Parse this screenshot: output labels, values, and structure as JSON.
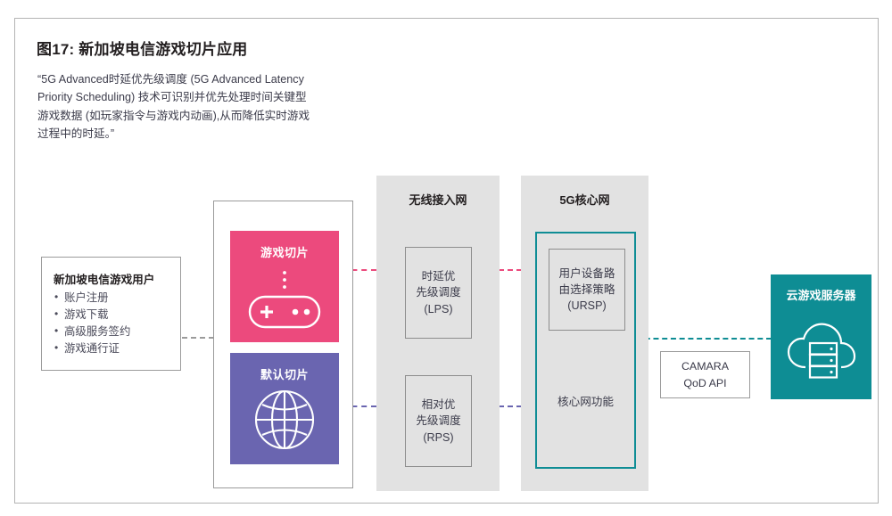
{
  "figure": {
    "title": "图17: 新加坡电信游戏切片应用",
    "quote": "“5G Advanced时延优先级调度 (5G Advanced Latency Priority Scheduling) 技术可识别并优先处理时间关键型游戏数据 (如玩家指令与游戏内动画),从而降低实时游戏过程中的时延。”"
  },
  "user_box": {
    "title": "新加坡电信游戏用户",
    "items": [
      "账户注册",
      "游戏下载",
      "高级服务签约",
      "游戏通行证"
    ]
  },
  "slices": {
    "game": {
      "label": "游戏切片",
      "icon": "gamepad-icon",
      "color": "#ec4a7d"
    },
    "default": {
      "label": "默认切片",
      "icon": "globe-icon",
      "color": "#6a65b0"
    }
  },
  "ran": {
    "title": "无线接入网",
    "lps": {
      "line1": "时延优",
      "line2": "先级调度",
      "line3": "(LPS)"
    },
    "rps": {
      "line1": "相对优",
      "line2": "先级调度",
      "line3": "(RPS)"
    }
  },
  "core": {
    "title": "5G核心网",
    "ursp": {
      "line1": "用户设备路",
      "line2": "由选择策略",
      "line3": "(URSP)"
    },
    "cnf_label": "核心网功能",
    "accent": "#0f8d95"
  },
  "camara": {
    "line1": "CAMARA",
    "line2": "QoD API"
  },
  "cloud": {
    "title": "云游戏服务器",
    "icon": "cloud-server-icon",
    "color": "#0e8d94"
  },
  "connectors": {
    "user_to_slice": {
      "style": "dashed",
      "color": "#9b9b9b"
    },
    "game_to_lps": {
      "style": "dashed",
      "color": "#ec4a7d"
    },
    "lps_to_core": {
      "style": "dashed",
      "color": "#ec4a7d"
    },
    "default_to_rps": {
      "style": "dashed",
      "color": "#6a65b0"
    },
    "rps_to_core": {
      "style": "dashed",
      "color": "#6a65b0"
    },
    "core_to_cloud": {
      "style": "dashed",
      "color": "#0e8d94"
    }
  }
}
